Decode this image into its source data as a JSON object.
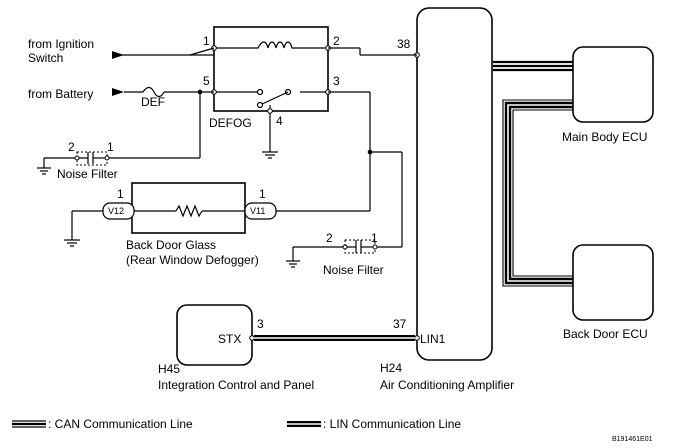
{
  "labels": {
    "from_ignition_line1": "from Ignition",
    "from_ignition_line2": "Switch",
    "from_battery": "from Battery",
    "def_fuse": "DEF",
    "defog_relay": "DEFOG",
    "noise_filter_left": "Noise Filter",
    "noise_filter_right": "Noise Filter",
    "back_door_glass_line1": "Back Door Glass",
    "back_door_glass_line2": "(Rear Window Defogger)",
    "main_body_ecu": "Main Body ECU",
    "back_door_ecu": "Back Door ECU",
    "integration_panel_code": "H45",
    "integration_panel_name": "Integration Control and Panel",
    "ac_amplifier_code": "H24",
    "ac_amplifier_name": "Air Conditioning Amplifier",
    "stx_terminal": "STX",
    "lin1_terminal": "LIN1",
    "v12": "V12",
    "v11": "V11",
    "doc_id": "B191461E01"
  },
  "pins": {
    "relay_1": "1",
    "relay_2": "2",
    "relay_3": "3",
    "relay_4": "4",
    "relay_5": "5",
    "amp_38": "38",
    "amp_37": "37",
    "nf_left_2": "2",
    "nf_left_1": "1",
    "nf_right_2": "2",
    "nf_right_1": "1",
    "v12_pin": "1",
    "v11_pin": "1",
    "stx_pin": "3"
  },
  "legend": {
    "can": ": CAN Communication Line",
    "lin": ": LIN Communication Line"
  }
}
